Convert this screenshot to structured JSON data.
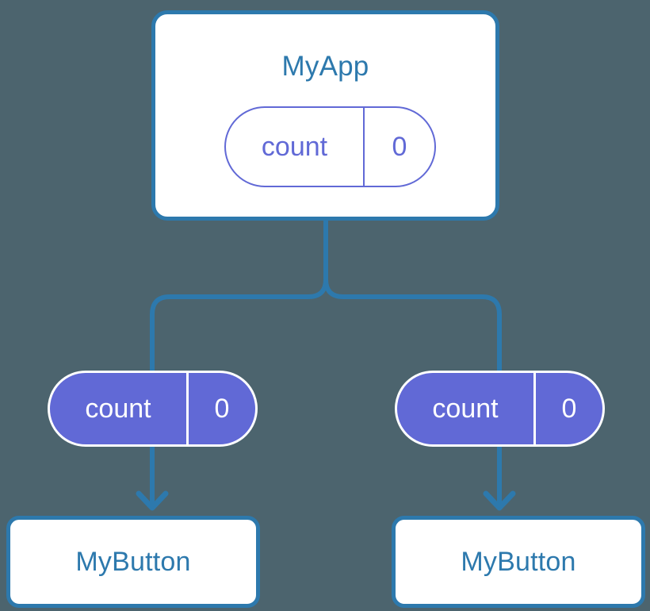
{
  "diagram": {
    "type": "component-tree",
    "background_color": "#4c646e",
    "accent_blue": "#2d79ad",
    "accent_purple": "#6169d6",
    "root": {
      "name": "MyApp",
      "state": {
        "key": "count",
        "value": "0"
      }
    },
    "props": [
      {
        "key": "count",
        "value": "0"
      },
      {
        "key": "count",
        "value": "0"
      }
    ],
    "leaves": [
      {
        "name": "MyButton"
      },
      {
        "name": "MyButton"
      }
    ]
  }
}
